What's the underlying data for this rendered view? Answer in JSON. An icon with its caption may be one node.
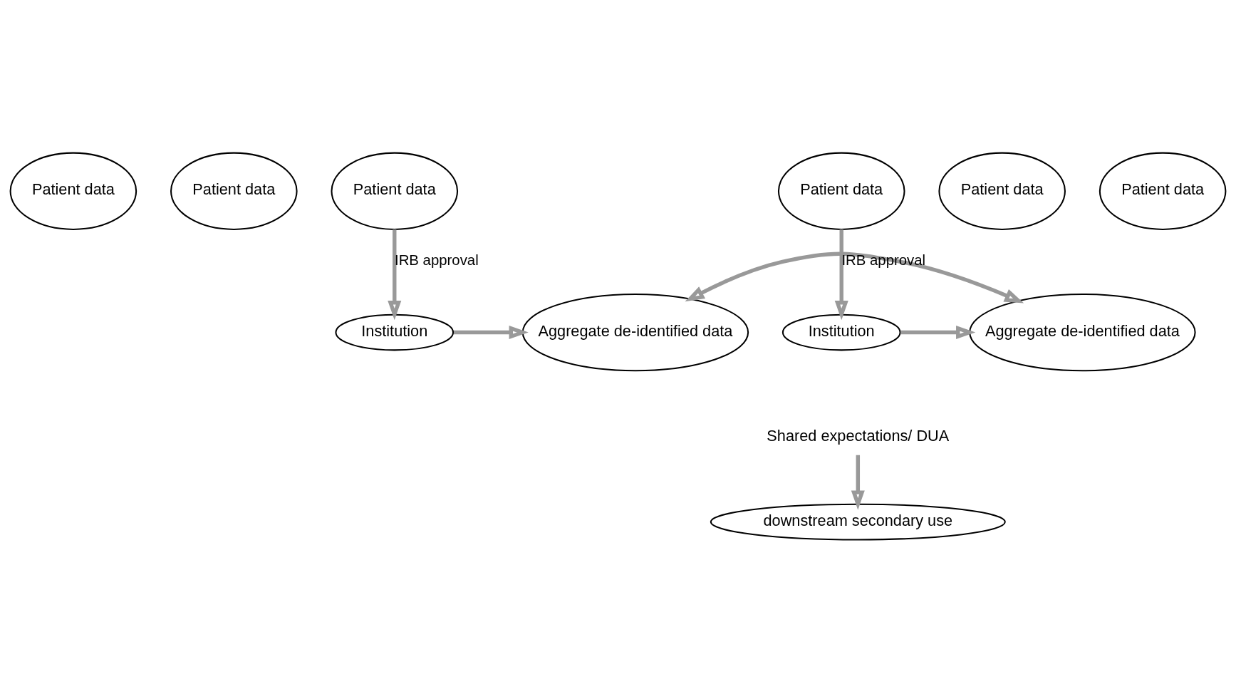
{
  "diagram": {
    "nodes": [
      {
        "text": [
          "Patient data"
        ]
      },
      {
        "text": [
          "Patient data"
        ]
      },
      {
        "text": [
          "Patient data"
        ]
      },
      {
        "text": [
          "Institution"
        ]
      },
      {
        "text": [
          "Aggregate de-identified data"
        ]
      },
      {
        "text": [
          "Aggregate de-identified data"
        ]
      },
      {
        "text": [
          "Patient data"
        ]
      },
      {
        "text": [
          "Patient data"
        ]
      },
      {
        "text": [
          "Patient data"
        ]
      },
      {
        "text": [
          "Institution"
        ]
      },
      {
        "text": [
          "downstream secondary use"
        ]
      },
      {
        "text": [
          "Shared expectations/ DUA"
        ]
      }
    ],
    "edges": [
      {
        "from": 2,
        "to": 3,
        "arrow": "to",
        "label": "IRB approval"
      },
      {
        "from": 3,
        "to": 4,
        "arrow": "to"
      },
      {
        "from": 4,
        "to": 5,
        "arrow": "both"
      },
      {
        "from": 9,
        "to": 5,
        "arrow": "to"
      },
      {
        "from": 8,
        "to": 9,
        "arrow": "to",
        "label": "IRB approval"
      },
      {
        "from": 11,
        "to": 10,
        "arrow": "to"
      }
    ]
  }
}
